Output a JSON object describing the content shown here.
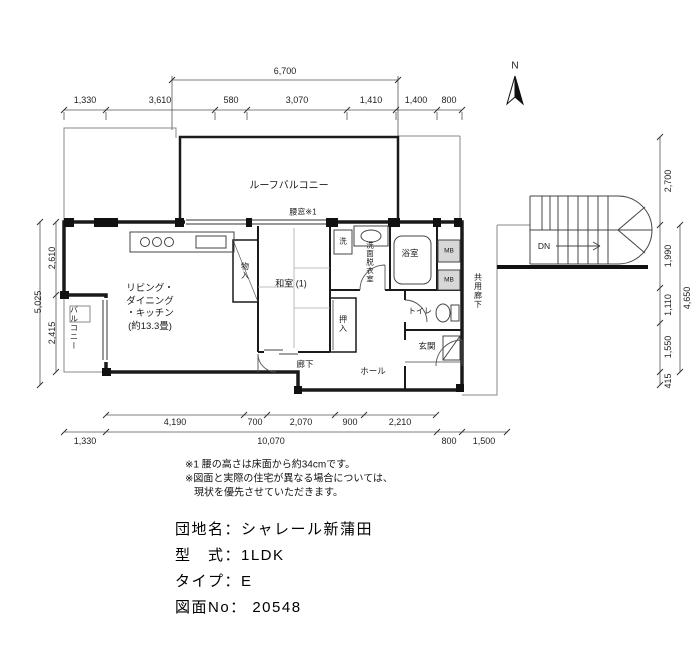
{
  "compass": {
    "north_label": "N"
  },
  "dimensions": {
    "top_overall": "6,700",
    "top": [
      "1,330",
      "3,610",
      "580",
      "3,070",
      "1,410",
      "1,400",
      "800"
    ],
    "left_overall": "5,025",
    "left": [
      "2,610",
      "2,415"
    ],
    "right_overall": "4,650",
    "right": [
      "2,700",
      "1,990",
      "1,110",
      "1,550",
      "415"
    ],
    "bottom_inner": [
      "4,190",
      "700",
      "2,070",
      "900",
      "2,210"
    ],
    "bottom_outer": [
      "1,330",
      "10,070",
      "800",
      "1,500"
    ]
  },
  "plan": {
    "roof_balcony": "ルーフバルコニー",
    "window_note": "腰窓※1",
    "ldk": [
      "リビング・",
      "ダイニング",
      "・キッチン",
      "(約13.3畳)"
    ],
    "washitsu": "和室 (1)",
    "storage_monoire": "物入",
    "storage_oshiire": "押入",
    "washroom": "洗面脱衣室",
    "laundry": "洗",
    "bath": "浴室",
    "toilet": "トイレ",
    "entrance": "玄関",
    "hall": "ホール",
    "corridor": "廊下",
    "balcony": "バルコニー",
    "common_corridor": "共用廊下",
    "meter_box_1": "MB",
    "meter_box_2": "MB",
    "stairs_down": "DN"
  },
  "notes": [
    "※1 腰の高さは床面から約34cmです。",
    "※図面と実際の住宅が異なる場合については、",
    "現状を優先させていただきます。"
  ],
  "title_block": {
    "estate": "団地名：シャレール新蒲田",
    "model": "型　式：1LDK",
    "type": "タイプ：E",
    "drawing_no": "図面No： 20548"
  }
}
